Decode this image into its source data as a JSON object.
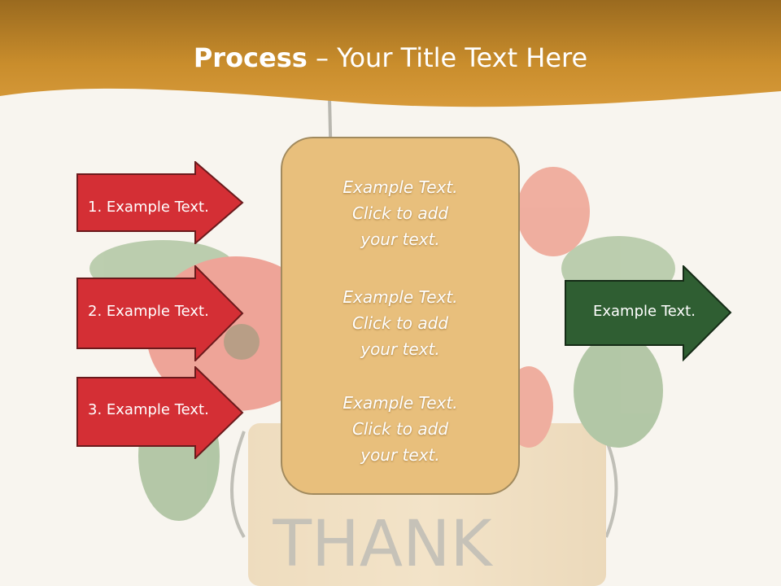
{
  "slide": {
    "title_bold": "Process",
    "title_rest": " – Your Title Text Here"
  },
  "colors": {
    "header_band": "#c88a2a",
    "red_arrow": "#d42f35",
    "green_arrow": "#2f5e32",
    "panel_fill": "#e8bf7c",
    "background": "#f7f3ec"
  },
  "left_arrows": [
    {
      "label": "1. Example Text."
    },
    {
      "label": "2. Example Text."
    },
    {
      "label": "3. Example Text."
    }
  ],
  "right_arrow": {
    "label": "Example Text."
  },
  "panel": {
    "blocks": [
      {
        "line1": "Example Text.",
        "line2": "Click  to add",
        "line3": "your text."
      },
      {
        "line1": "Example Text.",
        "line2": "Click  to add",
        "line3": "your text."
      },
      {
        "line1": "Example Text.",
        "line2": "Click  to add",
        "line3": "your text."
      }
    ]
  },
  "background_image": {
    "word": "THANK"
  }
}
